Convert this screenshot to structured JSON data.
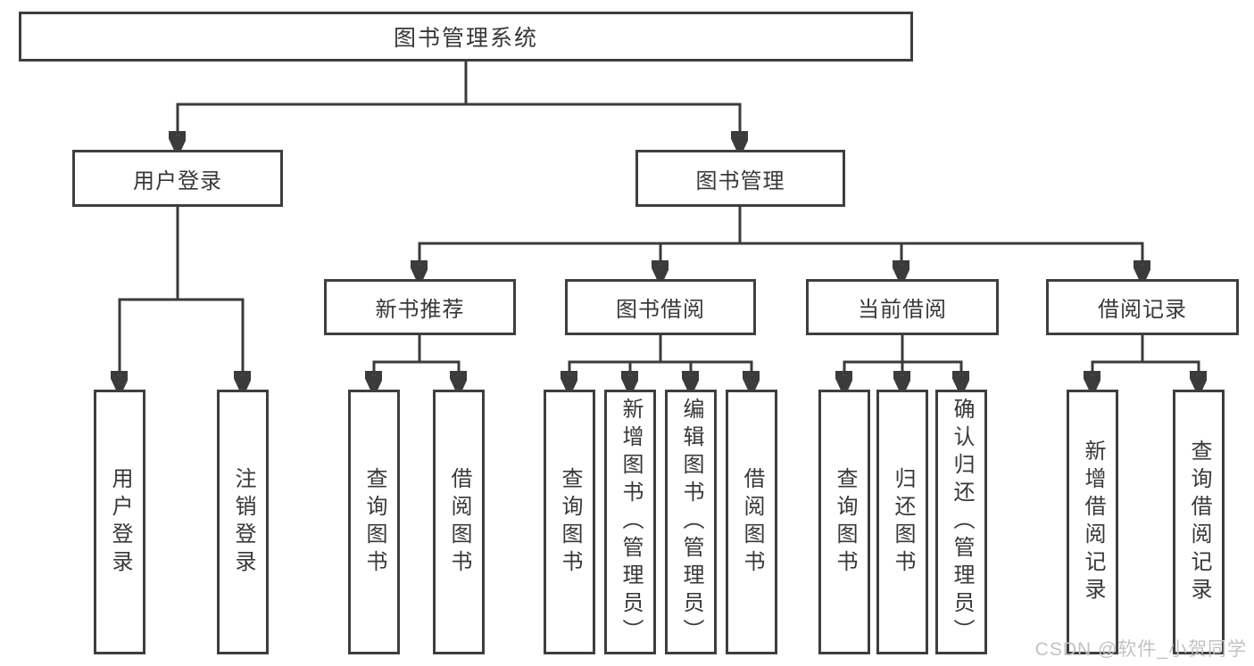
{
  "diagram": {
    "title": "图书管理系统",
    "tree": {
      "root": {
        "label": "图书管理系统",
        "children": [
          {
            "label": "用户登录",
            "children": [
              {
                "label": "用户登录"
              },
              {
                "label": "注销登录"
              }
            ]
          },
          {
            "label": "图书管理",
            "children": [
              {
                "label": "新书推荐",
                "children": [
                  {
                    "label": "查询图书"
                  },
                  {
                    "label": "借阅图书"
                  }
                ]
              },
              {
                "label": "图书借阅",
                "children": [
                  {
                    "label": "查询图书"
                  },
                  {
                    "label": "新增图书（管理员）"
                  },
                  {
                    "label": "编辑图书（管理员）"
                  },
                  {
                    "label": "借阅图书"
                  }
                ]
              },
              {
                "label": "当前借阅",
                "children": [
                  {
                    "label": "查询图书"
                  },
                  {
                    "label": "归还图书"
                  },
                  {
                    "label": "确认归还（管理员）"
                  }
                ]
              },
              {
                "label": "借阅记录",
                "children": [
                  {
                    "label": "新增借阅记录"
                  },
                  {
                    "label": "查询借阅记录"
                  }
                ]
              }
            ]
          }
        ]
      }
    }
  },
  "watermark": "CSDN @软件_小贺同学",
  "colors": {
    "background": "#ffffff",
    "line": "#3b3b3b",
    "box_border": "#3e3e3e",
    "text": "#383838",
    "watermark": "#c2c2c2"
  }
}
